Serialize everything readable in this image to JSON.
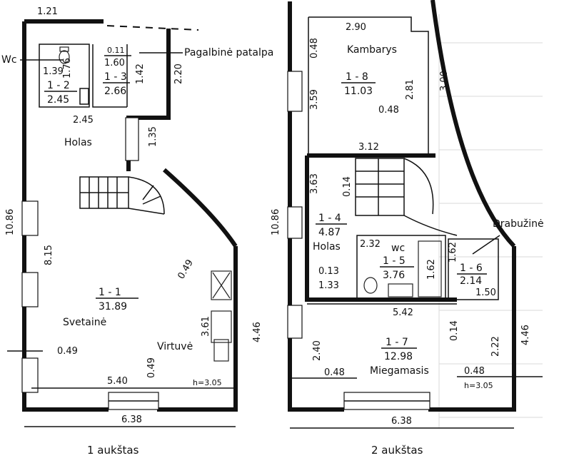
{
  "floor1": {
    "caption": "1 aukštas",
    "annotations": {
      "wc": "Wc",
      "pagalbine": "Pagalbinė patalpa"
    },
    "rooms": {
      "holas": "Holas",
      "svetaine": "Svetainė",
      "virtuve": "Virtuvė"
    },
    "room_ids": {
      "r12_id": "1 - 2",
      "r12_area": "2.45",
      "r13_id": "1 - 3",
      "r13_area": "2.66",
      "r11_id": "1 - 1",
      "r11_area": "31.89"
    },
    "dims": {
      "top": "1.21",
      "wc_h": "1.39",
      "wc_w": "1.76",
      "pag_top": "0.11",
      "pag_w": "1.60",
      "pag_h": "1.42",
      "side_220": "2.20",
      "holas_w": "2.45",
      "h135": "1.35",
      "left_total": "10.86",
      "left_815": "8.15",
      "diag_049": "0.49",
      "door_049": "0.49",
      "kitchen_361": "3.61",
      "right_446": "4.46",
      "bottom_049": "0.49",
      "bottom_540": "5.40",
      "bottom_638": "6.38",
      "height": "h=3.05"
    }
  },
  "floor2": {
    "caption": "2 aukštas",
    "annotations": {
      "drabuzine": "Drabužinė"
    },
    "rooms": {
      "kambarys": "Kambarys",
      "holas": "Holas",
      "wc": "wc",
      "miegamasis": "Miegamasis"
    },
    "room_ids": {
      "r18_id": "1 - 8",
      "r18_area": "11.03",
      "r14_id": "1 - 4",
      "r14_area": "4.87",
      "r15_id": "1 - 5",
      "r15_area": "3.76",
      "r16_id": "1 - 6",
      "r16_area": "2.14",
      "r17_id": "1 - 7",
      "r17_area": "12.98"
    },
    "dims": {
      "top_290": "2.90",
      "left_048": "0.48",
      "left_359": "3.59",
      "right_281": "2.81",
      "right_300": "3.00",
      "mid_048": "0.48",
      "bottom_312": "3.12",
      "left_363": "3.63",
      "stair_014": "0.14",
      "left_total": "10.86",
      "wc_232": "2.32",
      "wc_162": "1.62",
      "dr_162": "1.62",
      "holas_013": "0.13",
      "holas_133": "1.33",
      "dr_150": "1.50",
      "mid_542": "5.42",
      "left_240": "2.40",
      "mid_014": "0.14",
      "right_222": "2.22",
      "right_446": "4.46",
      "bl_048": "0.48",
      "br_048": "0.48",
      "height": "h=3.05",
      "bottom_638": "6.38"
    }
  }
}
